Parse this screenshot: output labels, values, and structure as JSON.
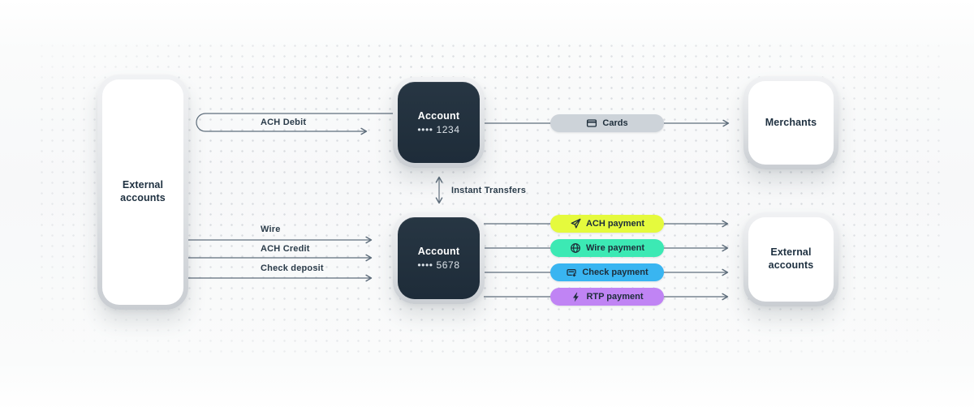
{
  "nodes": {
    "external_left": {
      "label": "External accounts"
    },
    "account_top": {
      "title": "Account",
      "number": "•••• 1234"
    },
    "account_bottom": {
      "title": "Account",
      "number": "•••• 5678"
    },
    "merchants": {
      "label": "Merchants"
    },
    "external_right": {
      "label": "External accounts"
    }
  },
  "edges": {
    "ach_debit": "ACH Debit",
    "wire": "Wire",
    "ach_credit": "ACH Credit",
    "check_deposit": "Check deposit",
    "instant_transfers": "Instant Transfers"
  },
  "pills": {
    "cards": {
      "label": "Cards",
      "color": "#cdd3d9",
      "icon": "credit-card"
    },
    "ach": {
      "label": "ACH payment",
      "color": "#e5fa3d",
      "icon": "send"
    },
    "wire": {
      "label": "Wire payment",
      "color": "#3ce9b4",
      "icon": "globe"
    },
    "check": {
      "label": "Check payment",
      "color": "#39b5f1",
      "icon": "check-card"
    },
    "rtp": {
      "label": "RTP payment",
      "color": "#c084f4",
      "icon": "lightning"
    }
  },
  "colors": {
    "connector": "#5f6e7c",
    "dark_node": "#1e2c39",
    "text_navy": "#1e3040",
    "background": "#f7f8f9"
  }
}
